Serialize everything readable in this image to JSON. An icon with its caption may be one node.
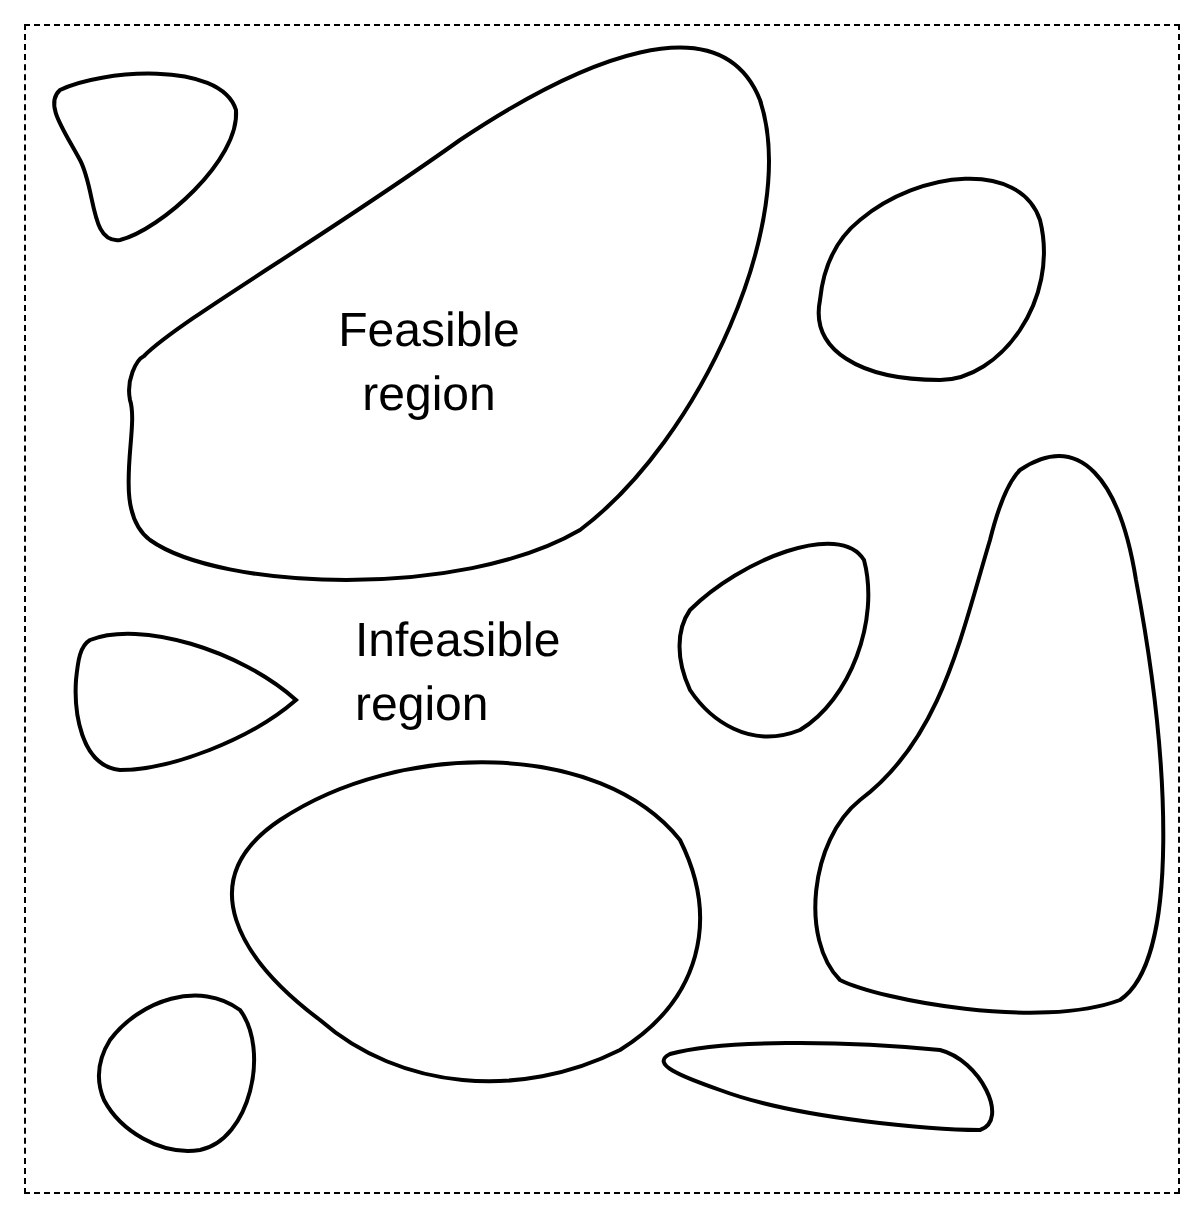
{
  "diagram": {
    "nodes": [
      {
        "text": [
          "Infeasible region"
        ]
      },
      {
        "text": [
          "Feasible region"
        ],
        "in": 0
      },
      {
        "text": [],
        "shape": "blob",
        "in": 0
      },
      {
        "text": [],
        "shape": "blob",
        "in": 0
      },
      {
        "text": [],
        "shape": "blob",
        "in": 0
      },
      {
        "text": [],
        "shape": "blob",
        "in": 0
      },
      {
        "text": [],
        "shape": "blob",
        "in": 0
      },
      {
        "text": [],
        "shape": "blob",
        "in": 0
      },
      {
        "text": [],
        "shape": "blob",
        "in": 0
      },
      {
        "text": [],
        "shape": "blob",
        "in": 0
      }
    ]
  }
}
